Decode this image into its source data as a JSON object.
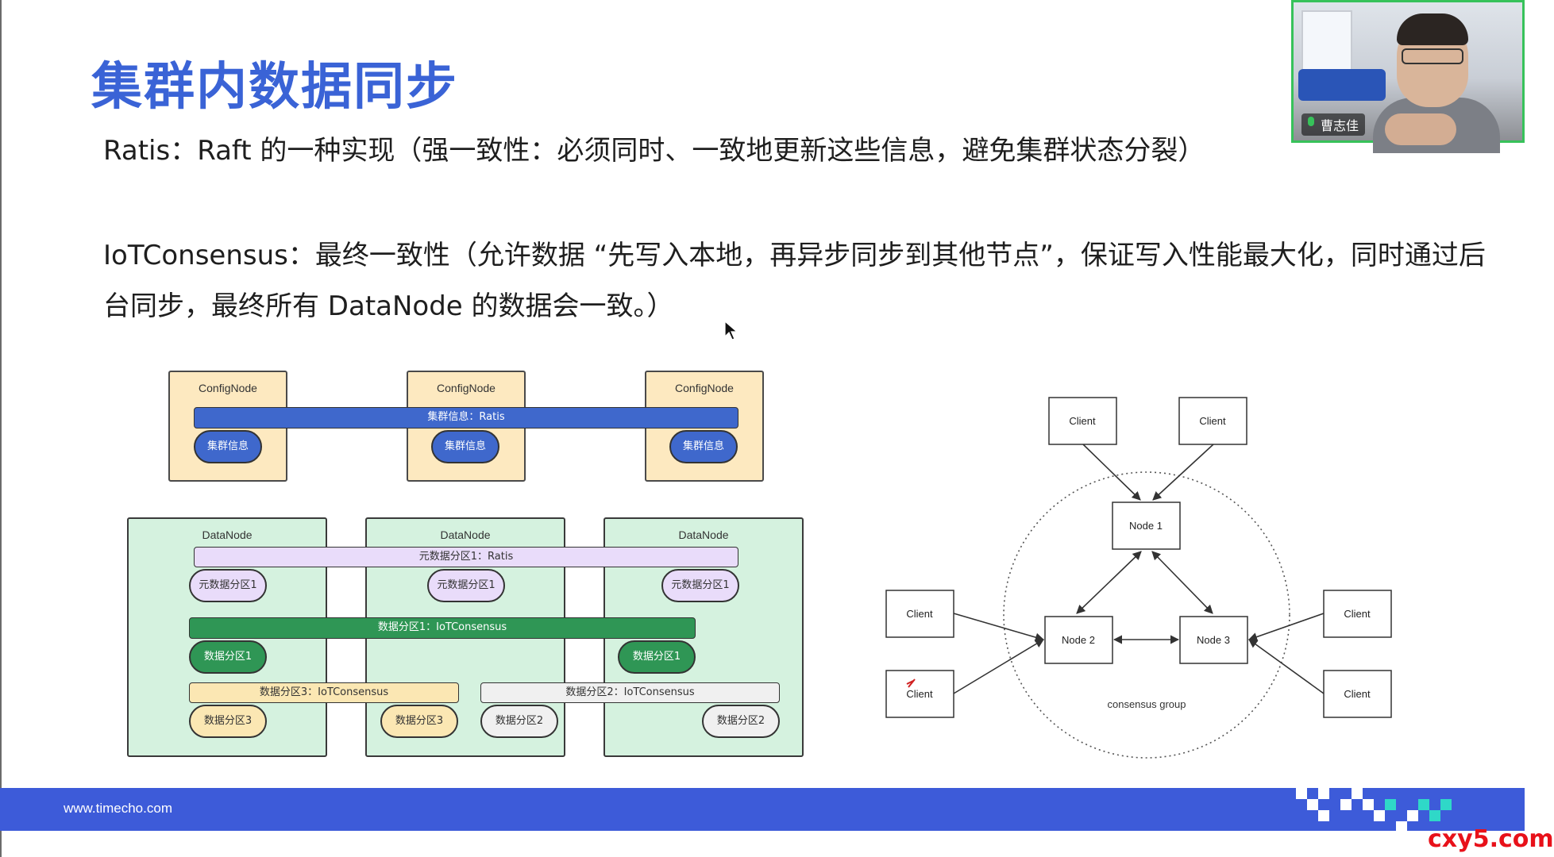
{
  "slide": {
    "title": "集群内数据同步",
    "line1": "Ratis：Raft 的一种实现（强一致性：必须同时、一致地更新这些信息，避免集群状态分裂）",
    "line2": "IoTConsensus：最终一致性（允许数据 “先写入本地，再异步同步到其他节点”，保证写入性能最大化，同时通过后台同步，最终所有 DataNode 的数据会一致。）"
  },
  "cluster_diagram": {
    "config_node_label": "ConfigNode",
    "cluster_bar": "集群信息：Ratis",
    "cluster_pill": "集群信息",
    "data_node_label": "DataNode",
    "meta_bar": "元数据分区1：Ratis",
    "meta_pill": "元数据分区1",
    "data1_bar": "数据分区1：IoTConsensus",
    "data1_pill": "数据分区1",
    "data3_bar": "数据分区3：IoTConsensus",
    "data3_pill": "数据分区3",
    "data2_bar": "数据分区2：IoTConsensus",
    "data2_pill": "数据分区2",
    "colors": {
      "config_fill": "#fde9c0",
      "datanode_fill": "#d5f2df",
      "cluster_blue": "#3f68cc",
      "meta_purple": "#e9dcfa",
      "data1_green": "#2f9655",
      "data3_yellow": "#fbe7b3",
      "data2_gray": "#f0f0f0"
    }
  },
  "consensus_diagram": {
    "client_label": "Client",
    "node1": "Node 1",
    "node2": "Node 2",
    "node3": "Node 3",
    "group_label": "consensus group"
  },
  "webcam": {
    "participant_name": "曹志佳",
    "mic_icon": "microphone-icon"
  },
  "footer": {
    "url": "www.timecho.com",
    "accent": "#3d5bd9"
  },
  "watermark": {
    "text": "cxy5.com"
  }
}
